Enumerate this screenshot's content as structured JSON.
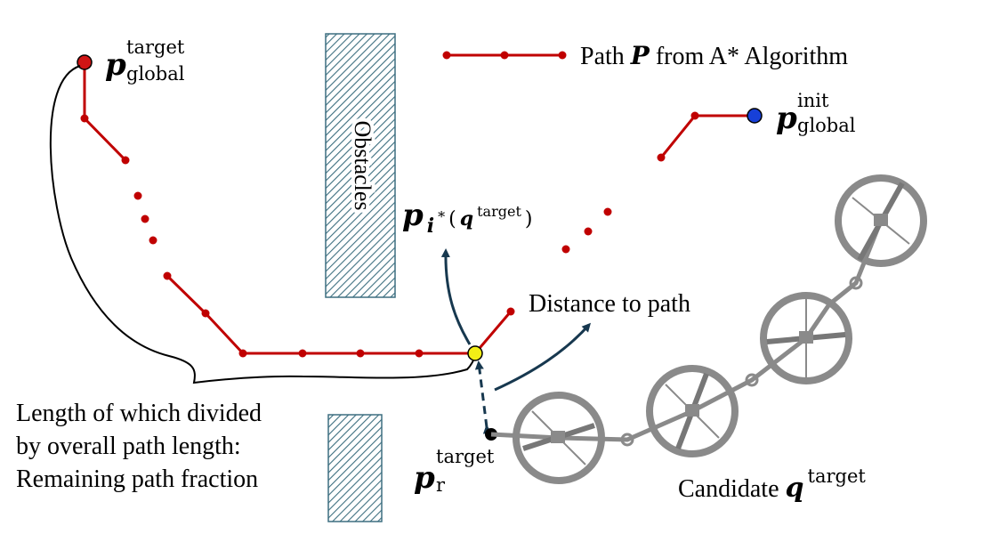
{
  "legend": {
    "text_prefix": "Path ",
    "symbol": "P",
    "text_suffix": " from A* Algorithm"
  },
  "labels": {
    "obstacles": "Obstacles",
    "distance_to_path": "Distance to path",
    "remaining_line1": "Length of which divided",
    "remaining_line2": "by overall path length:",
    "remaining_line3": "Remaining path fraction",
    "candidate_prefix": "Candidate "
  },
  "symbols": {
    "p": "p",
    "q": "q",
    "sup_target": "target",
    "sup_init": "init",
    "sub_global": "global",
    "sub_r": "r",
    "sub_i": "i",
    "star": "*",
    "paren_open": "(",
    "paren_close": ")"
  },
  "colors": {
    "path": "#c00000",
    "target_point": "#d01515",
    "init_point": "#1740d8",
    "closest_point": "#f2ee16",
    "robot_point": "#000000",
    "arrow": "#17384f",
    "obstacle": "#3d6f80",
    "drone": "#8a8a8a"
  }
}
